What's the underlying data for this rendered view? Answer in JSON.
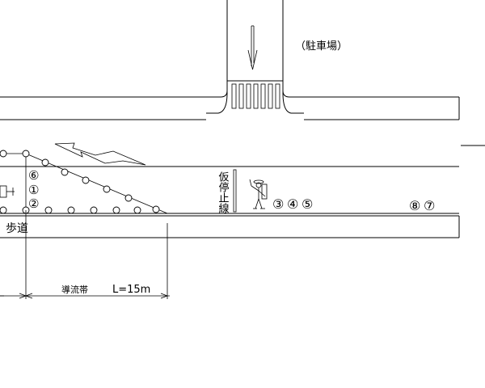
{
  "labels": {
    "parking": "（駐車場）",
    "sidewalk": "歩道",
    "temp_stop_line": "仮停止線",
    "taper": "導流帯",
    "taper_length": "L=15m"
  },
  "vehicle_numbers": {
    "left_stack": [
      "⑥",
      "①",
      "②"
    ],
    "middle_group": [
      "③",
      "④",
      "⑤"
    ],
    "right_group": [
      "⑧",
      "⑦"
    ]
  },
  "icons": [
    "down-arrow-icon",
    "double-headed-arrow-icon",
    "flagger-person-icon",
    "traffic-cone-icon"
  ]
}
